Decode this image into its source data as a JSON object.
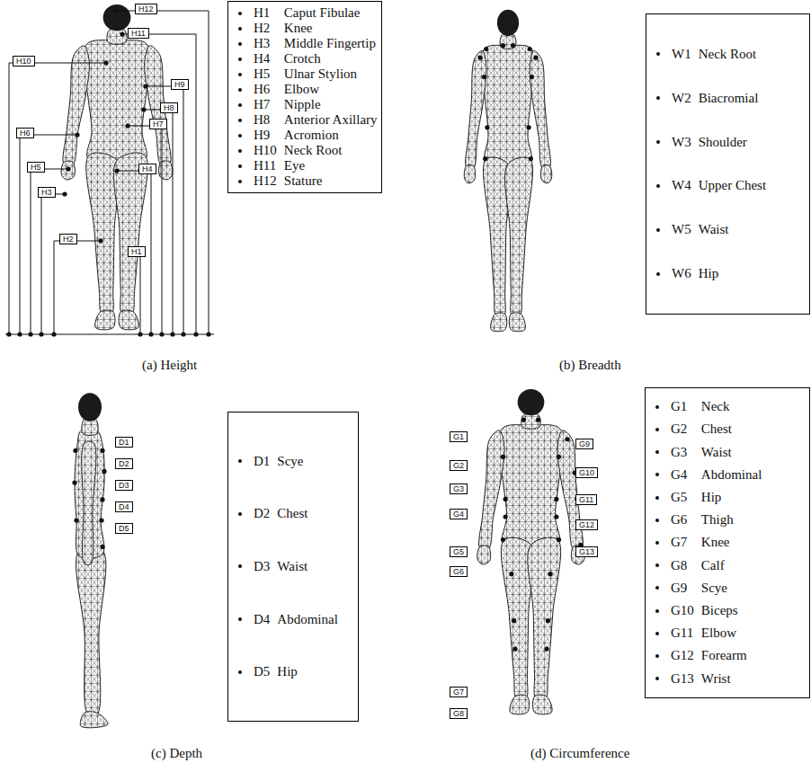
{
  "diagram": {
    "nodes": [
      {
        "text": [
          "H1",
          "Caput Fibulae",
          "H2",
          "Knee",
          "H3",
          "Middle Fingertip",
          "H4",
          "Crotch",
          "H5",
          "Ulnar Stylion",
          "H6",
          "Elbow",
          "H7",
          "Nipple",
          "H8",
          "Anterior Axillary",
          "H9",
          "Acromion",
          "H10",
          "Neck Root",
          "H11",
          "Eye",
          "H12",
          "Stature"
        ]
      },
      {
        "text": [
          "W1",
          "Neck Root",
          "W2",
          "Biacromial",
          "W3",
          "Shoulder",
          "W4",
          "Upper Chest",
          "W5",
          "Waist",
          "W6",
          "Hip"
        ]
      },
      {
        "text": [
          "D1",
          "Scye",
          "D2",
          "Chest",
          "D3",
          "Waist",
          "D4",
          "Abdominal",
          "D5",
          "Hip"
        ]
      },
      {
        "text": [
          "G1",
          "Neck",
          "G2",
          "Chest",
          "G3",
          "Waist",
          "G4",
          "Abdominal",
          "G5",
          "Hip",
          "G6",
          "Thigh",
          "G7",
          "Knee",
          "G8",
          "Calf",
          "G9",
          "Scye",
          "G10",
          "Biceps",
          "G11",
          "Elbow",
          "G12",
          "Forearm",
          "G13",
          "Wrist"
        ]
      }
    ],
    "labels": [
      "H12",
      "H11",
      "H10",
      "H9",
      "H8",
      "H7",
      "H6",
      "H5",
      "H4",
      "H3",
      "H2",
      "H1",
      "D1",
      "D2",
      "D3",
      "D4",
      "D5",
      "G1",
      "G2",
      "G3",
      "G4",
      "G5",
      "G6",
      "G7",
      "G8",
      "G9",
      "G10",
      "G11",
      "G12",
      "G13",
      "(a) Height",
      "(b) Breadth",
      "(c) Depth",
      "(d) Circumference"
    ]
  }
}
